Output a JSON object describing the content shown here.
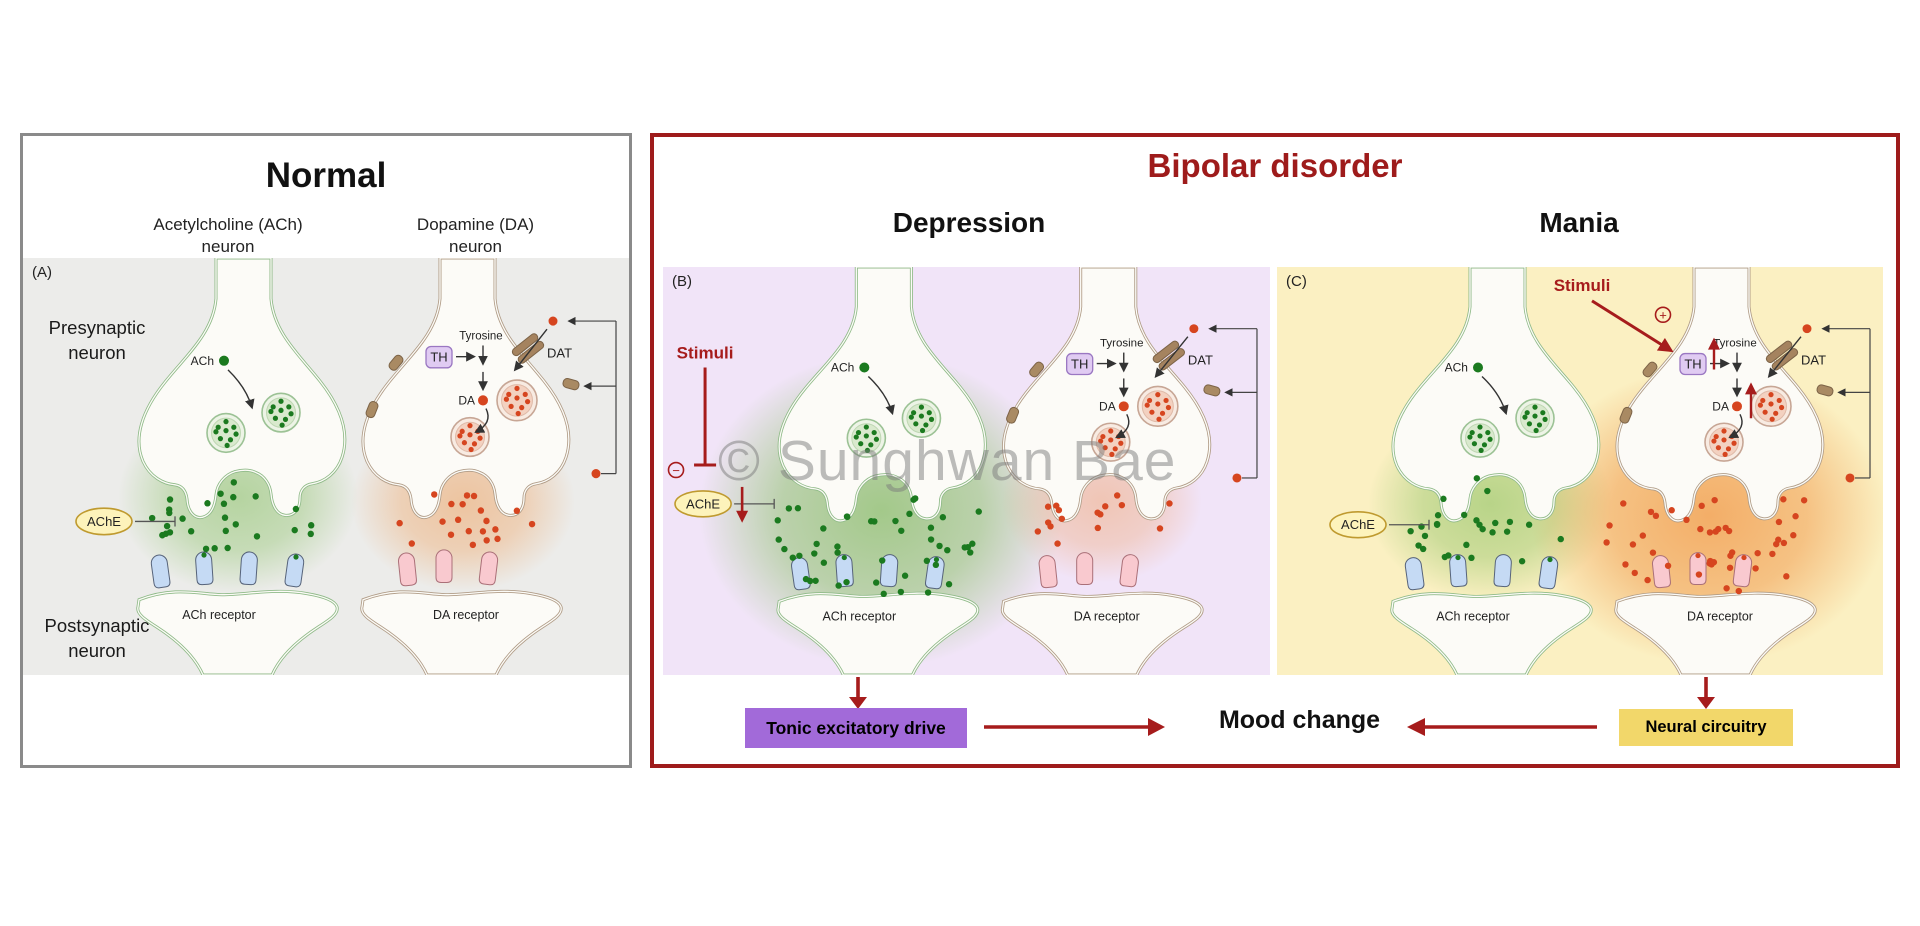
{
  "watermark": "© Sunghwan Bae",
  "colors": {
    "accent_red": "#9e1b1b",
    "arrow_red": "#a61c1c",
    "normal_border": "#8a8a8a",
    "normal_illustration_bg": "#ececea",
    "depression_bg": "#f1e4f8",
    "mania_bg": "#fbf0c2",
    "tonic_box_bg": "#a26ad9",
    "neural_box_bg": "#f2d76a",
    "ach_dot_green": "#1b7a1f",
    "da_dot_red": "#d6451f",
    "ach_membrane_green": "#8fba88",
    "da_membrane_tan": "#b09c87"
  },
  "labels": {
    "ach": "ACh",
    "ache": "AChE",
    "th": "TH",
    "tyrosine": "Tyrosine",
    "da": "DA",
    "dat": "DAT",
    "ach_receptor": "ACh receptor",
    "da_receptor": "DA receptor"
  },
  "normal": {
    "title": "Normal",
    "panel_label": "(A)",
    "ach_header": [
      "Acetylcholine (ACh)",
      "neuron"
    ],
    "da_header": [
      "Dopamine (DA)",
      "neuron"
    ],
    "presynaptic": [
      "Presynaptic",
      "neuron"
    ],
    "postsynaptic": [
      "Postsynaptic",
      "neuron"
    ]
  },
  "bipolar": {
    "title": "Bipolar disorder",
    "depression": {
      "title": "Depression",
      "panel_label": "(B)",
      "stimuli": "Stimuli",
      "effect_sign": "−"
    },
    "mania": {
      "title": "Mania",
      "panel_label": "(C)",
      "stimuli": "Stimuli",
      "effect_sign": "+"
    }
  },
  "bottom": {
    "tonic_box": "Tonic excitatory drive",
    "mood_change": "Mood change",
    "neural_box": "Neural circuitry"
  }
}
